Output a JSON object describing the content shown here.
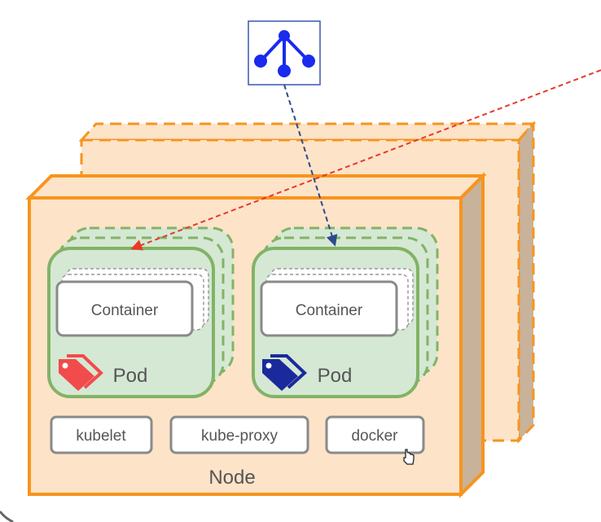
{
  "node": {
    "label": "Node"
  },
  "pods": [
    {
      "label": "Pod",
      "container_label": "Container",
      "tag_color": "#f24b4b"
    },
    {
      "label": "Pod",
      "container_label": "Container",
      "tag_color": "#1a2a9c"
    }
  ],
  "components": [
    {
      "label": "kubelet"
    },
    {
      "label": "kube-proxy"
    },
    {
      "label": "docker"
    }
  ],
  "service": {
    "icon": "service-network-icon",
    "color": "#1a2aef"
  },
  "colors": {
    "node_fill": "#fde3c8",
    "node_stroke": "#f7941d",
    "node_side": "#c8b29a",
    "pod_fill": "#d5e8d4",
    "pod_stroke": "#82b366",
    "arrow_red": "#e8392b",
    "arrow_blue": "#2c4a8c"
  }
}
